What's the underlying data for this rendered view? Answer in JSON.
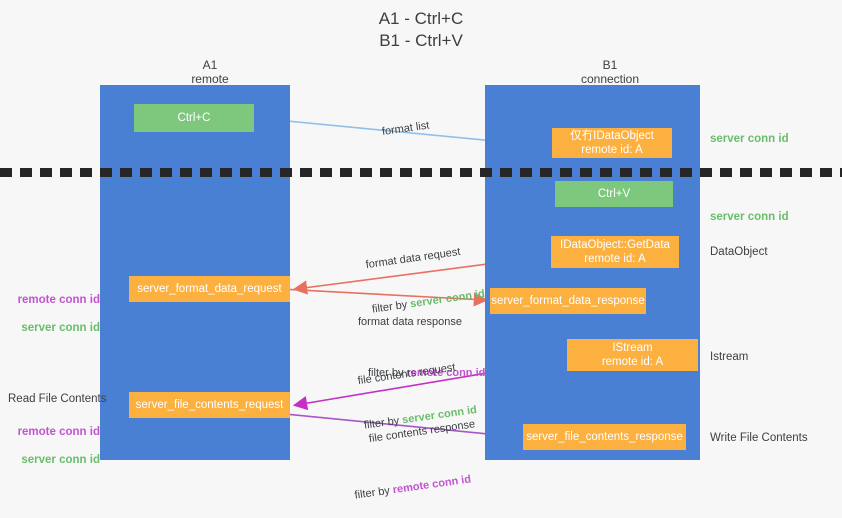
{
  "title": "A1 - Ctrl+C\nB1 - Ctrl+V",
  "columns": {
    "left": {
      "name": "A1",
      "role": "remote",
      "header": "A1\nremote"
    },
    "right": {
      "name": "B1",
      "role": "connection",
      "header": "B1\nconnection"
    }
  },
  "boxes": {
    "ctrl_c": {
      "label": "Ctrl+C",
      "color": "#7ec87e"
    },
    "ctrl_v": {
      "label": "Ctrl+V",
      "color": "#7ec87e"
    },
    "idataobject": {
      "label": "仅冇IDataObject\nremote id: A",
      "color": "#fbb040"
    },
    "idataobject_getdata": {
      "label": "IDataObject::GetData\nremote id: A",
      "color": "#fbb040"
    },
    "istream": {
      "label": "IStream\nremote id: A",
      "color": "#fbb040"
    },
    "server_format_data_request": {
      "label": "server_format_data_request",
      "color": "#fbb040"
    },
    "server_format_data_response": {
      "label": "server_format_data_response",
      "color": "#fbb040"
    },
    "server_file_contents_request": {
      "label": "server_file_contents_request",
      "color": "#fbb040"
    },
    "server_file_contents_response": {
      "label": "server_file_contents_response",
      "color": "#fbb040"
    }
  },
  "arrow_labels": {
    "format_list": {
      "title": "format list",
      "filter_prefix": "",
      "filter_value": ""
    },
    "format_data_request": {
      "title": "format data request",
      "filter_prefix": "filter by ",
      "filter_value": "server conn id"
    },
    "format_data_response": {
      "title": "format data response",
      "filter_prefix": "filter by ",
      "filter_value": "remote conn id"
    },
    "file_contents_request": {
      "title": "file contents request",
      "filter_prefix": "filter by ",
      "filter_value": "server conn id"
    },
    "file_contents_response": {
      "title": "file contents response",
      "filter_prefix": "filter by ",
      "filter_value": "remote conn id"
    }
  },
  "side_labels": {
    "server_conn_id_top": "server conn id",
    "server_conn_id_second": "server conn id",
    "dataobject": "DataObject",
    "istream": "Istream",
    "write_file_contents": "Write File Contents",
    "read_file_contents": "Read File Contents",
    "remote_conn_id": "remote conn id",
    "server_conn_id": "server conn id"
  },
  "colors": {
    "lane": "#4a80d4",
    "green_box": "#7ec87e",
    "orange_box": "#fbb040",
    "green_text": "#69bd6b",
    "purple_text": "#c155d0",
    "arrow_light_blue": "#8fc0ea",
    "arrow_red": "#e8705f",
    "arrow_magenta": "#c62ec6",
    "arrow_purple": "#a855c8",
    "arrow_black": "#1a1a1a",
    "divider": "#262626",
    "background": "#f7f7f7"
  }
}
